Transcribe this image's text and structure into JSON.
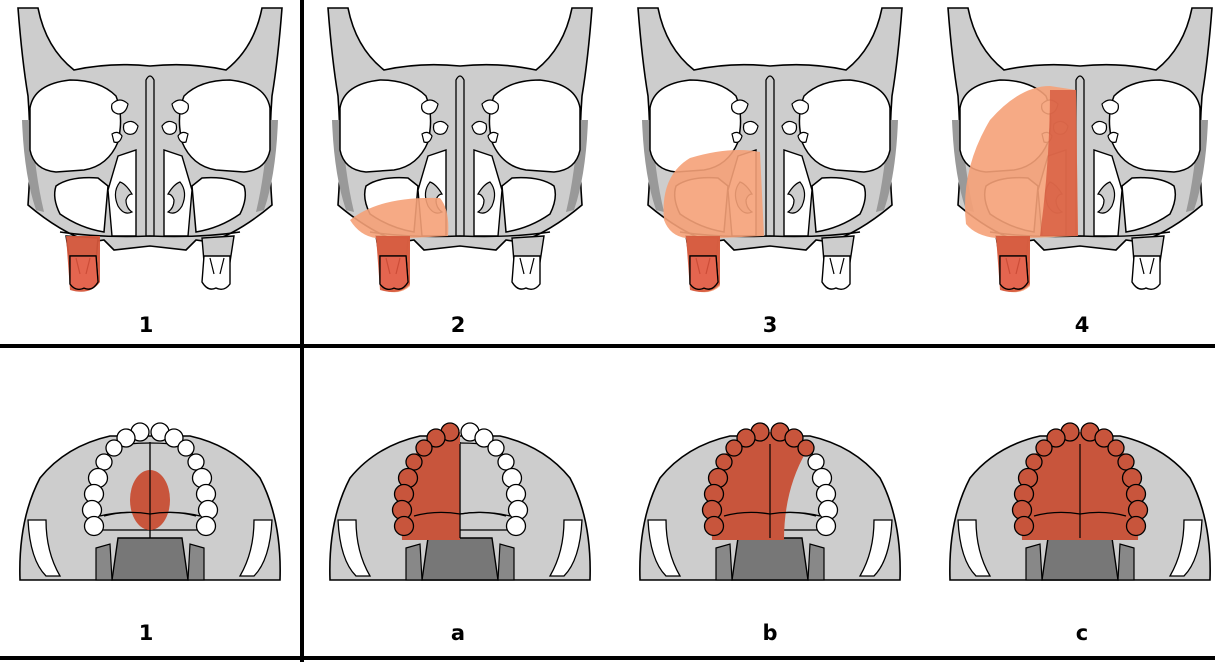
{
  "colors": {
    "bone": "#cdcdcd",
    "bone_dark": "#9a9a9a",
    "outline": "#000000",
    "cavity": "#ffffff",
    "tooth": "#ffffff",
    "resection_light": "#f5a178",
    "resection_dark": "#d4563b",
    "resection_palate": "#c8553c",
    "background": "#ffffff"
  },
  "top_row": {
    "panels": [
      {
        "label": "1",
        "extent": "alveolus"
      },
      {
        "label": "2",
        "extent": "infrastructure"
      },
      {
        "label": "3",
        "extent": "suprastructure"
      },
      {
        "label": "4",
        "extent": "orbital"
      }
    ]
  },
  "bottom_row": {
    "panels": [
      {
        "label": "1",
        "extent": "central"
      },
      {
        "label": "a",
        "extent": "half"
      },
      {
        "label": "b",
        "extent": "extended"
      },
      {
        "label": "c",
        "extent": "total"
      }
    ]
  }
}
